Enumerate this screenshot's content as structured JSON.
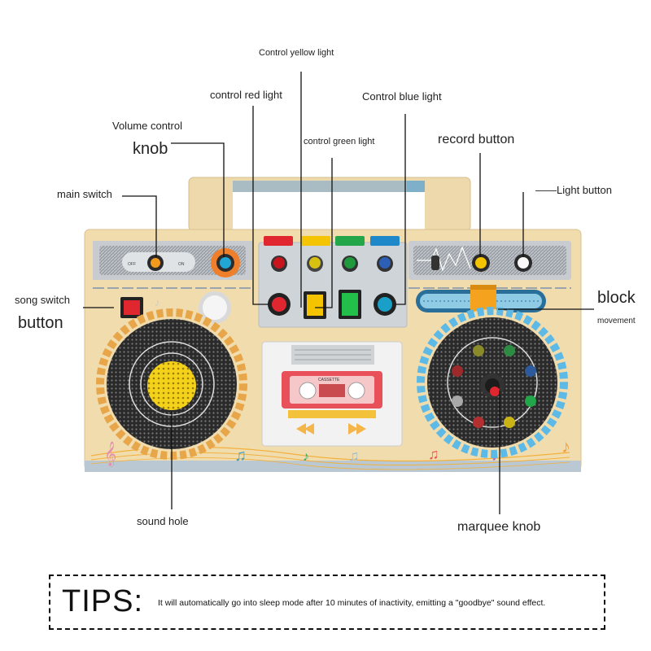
{
  "labels": {
    "control_yellow_light": "Control yellow light",
    "control_red_light": "control red light",
    "control_blue_light": "Control blue light",
    "volume_control": "Volume control",
    "knob": "knob",
    "control_green_light": "control green light",
    "record_button": "record button",
    "main_switch": "main switch",
    "light_button": "——Light button",
    "song_switch": "song switch",
    "button": "button",
    "block": "block",
    "movement": "movement",
    "sound_hole": "sound hole",
    "marquee_knob": "marquee knob"
  },
  "toy": {
    "off_label": "OFF",
    "on_label": "ON",
    "tape_label": "CASSETTE"
  },
  "tips": {
    "title": "TIPS:",
    "text": "It will automatically go into sleep mode after 10 minutes of inactivity, emitting a \"goodbye\" sound effect."
  },
  "colors": {
    "wood": "#f1dcae",
    "red": "#d8232a",
    "yellow": "#f5c400",
    "green": "#23a54a",
    "blue": "#1e88c8",
    "orange": "#f39a1e",
    "grey_panel": "#c9cdd2"
  }
}
